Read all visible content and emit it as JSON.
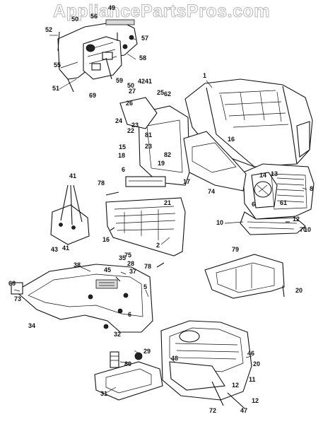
{
  "watermark": "AppliancePartsPros.com",
  "callouts": [
    "1",
    "2",
    "5",
    "6",
    "8",
    "10",
    "11",
    "12",
    "13",
    "14",
    "15",
    "16",
    "17",
    "18",
    "19",
    "20",
    "21",
    "22",
    "23",
    "24",
    "25",
    "26",
    "27",
    "28",
    "29",
    "31",
    "32",
    "34",
    "35",
    "37",
    "38",
    "41",
    "42",
    "43",
    "45",
    "46",
    "47",
    "48",
    "49",
    "50",
    "51",
    "52",
    "55",
    "56",
    "57",
    "58",
    "59",
    "61",
    "62",
    "68",
    "69",
    "70",
    "72",
    "73",
    "74",
    "75",
    "78",
    "79",
    "80",
    "81",
    "82"
  ]
}
